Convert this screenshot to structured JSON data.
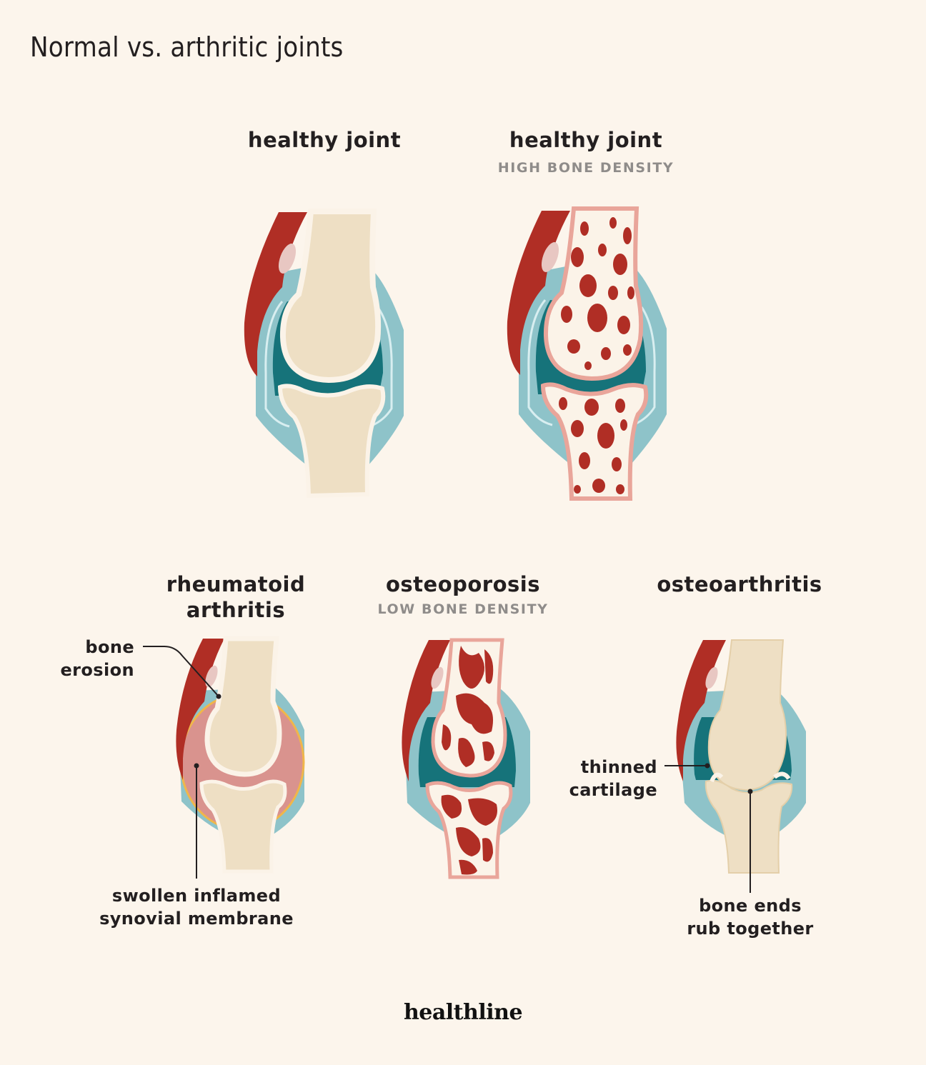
{
  "title": "Normal vs. arthritic joints",
  "panels": {
    "healthy1": {
      "heading": "healthy joint"
    },
    "healthy2": {
      "heading": "healthy joint",
      "subheading": "HIGH BONE DENSITY"
    },
    "rheumatoid": {
      "heading_line1": "rheumatoid",
      "heading_line2": "arthritis"
    },
    "osteoporosis": {
      "heading": "osteoporosis",
      "subheading": "LOW BONE DENSITY"
    },
    "osteoarthritis": {
      "heading": "osteoarthritis"
    }
  },
  "callouts": {
    "bone_erosion": {
      "line1": "bone",
      "line2": "erosion"
    },
    "synovial": {
      "line1": "swollen inflamed",
      "line2": "synovial membrane"
    },
    "cartilage": {
      "line1": "thinned",
      "line2": "cartilage"
    },
    "bone_ends": {
      "line1": "bone ends",
      "line2": "rub together"
    }
  },
  "brand": "healthline",
  "colors": {
    "background": "#fcf5ec",
    "bone": "#eedfc4",
    "muscle_red": "#b02e25",
    "capsule_light": "#8ec3c9",
    "synovial_teal": "#16737a",
    "inflamed_pink": "#d9938e",
    "inflamed_outline": "#f0b64a"
  }
}
